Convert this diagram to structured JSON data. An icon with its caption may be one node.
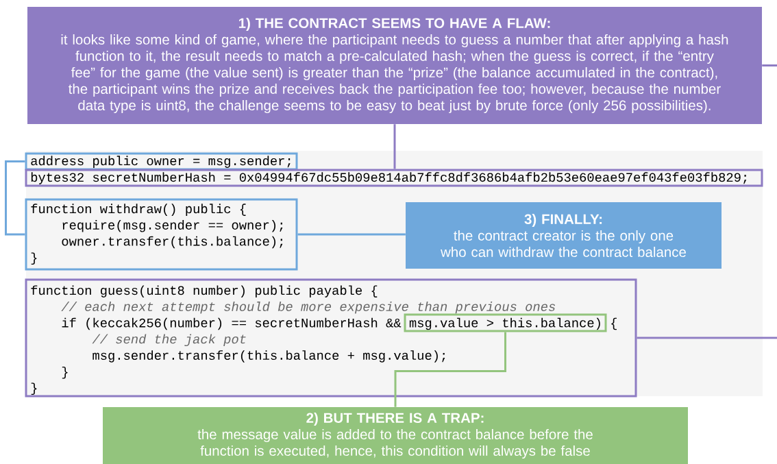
{
  "diagram": {
    "nodes": [
      {
        "text": [
          "1) THE CONTRACT SEEMS TO HAVE A FLAW:",
          "it looks like some kind of game, where the participant needs to guess a number that after applying a hash function to it, the result needs to match a pre-calculated hash; when the guess is correct, if the “entry fee” for the game (the value sent) is greater than the “prize” (the balance accumulated in the contract), the participant wins the prize and receives back the participation fee too; however, because the number data type is uint8, the challenge seems to be easy to beat just by brute force (only 256 possibilities)."
        ]
      },
      {
        "text": [
          "3) FINALLY:",
          "the contract creator is the only one who can withdraw the contract balance"
        ]
      },
      {
        "text": [
          "2) BUT THERE IS A TRAP:",
          "the message value is added to the contract balance before the function is executed, hence, this condition will always be false"
        ]
      },
      {
        "text": [
          "address public owner = msg.sender;"
        ]
      },
      {
        "text": [
          "bytes32 secretNumberHash = 0x04994f67dc55b09e814ab7ffc8df3686b4afb2b53e60eae97ef043fe03fb829;"
        ]
      },
      {
        "text": [
          "function withdraw() public {",
          "require(msg.sender == owner);",
          "owner.transfer(this.balance);",
          "}"
        ]
      },
      {
        "text": [
          "function guess(uint8 number) public payable {",
          "// each next attempt should be more expensive than previous ones",
          "if (keccak256(number) == secretNumberHash && msg.value > this.balance) {",
          "// send the jack pot",
          "msg.sender.transfer(this.balance + msg.value);",
          "}",
          "}"
        ]
      },
      {
        "text": [],
        "shape": "box",
        "in": 6
      }
    ],
    "edges": [
      {
        "from": 0,
        "to": 4,
        "arrow": "none",
        "color": "#8e7cc3"
      },
      {
        "from": 0,
        "to": null,
        "arrow": "none",
        "color": "#8e7cc3"
      },
      {
        "from": 6,
        "to": null,
        "arrow": "none",
        "color": "#8e7cc3"
      },
      {
        "from": 3,
        "to": 5,
        "arrow": "none",
        "color": "#6fa8dc"
      },
      {
        "from": 5,
        "to": 1,
        "arrow": "none",
        "color": "#6fa8dc"
      },
      {
        "from": 7,
        "to": 2,
        "arrow": "none",
        "color": "#93c47d"
      }
    ]
  }
}
